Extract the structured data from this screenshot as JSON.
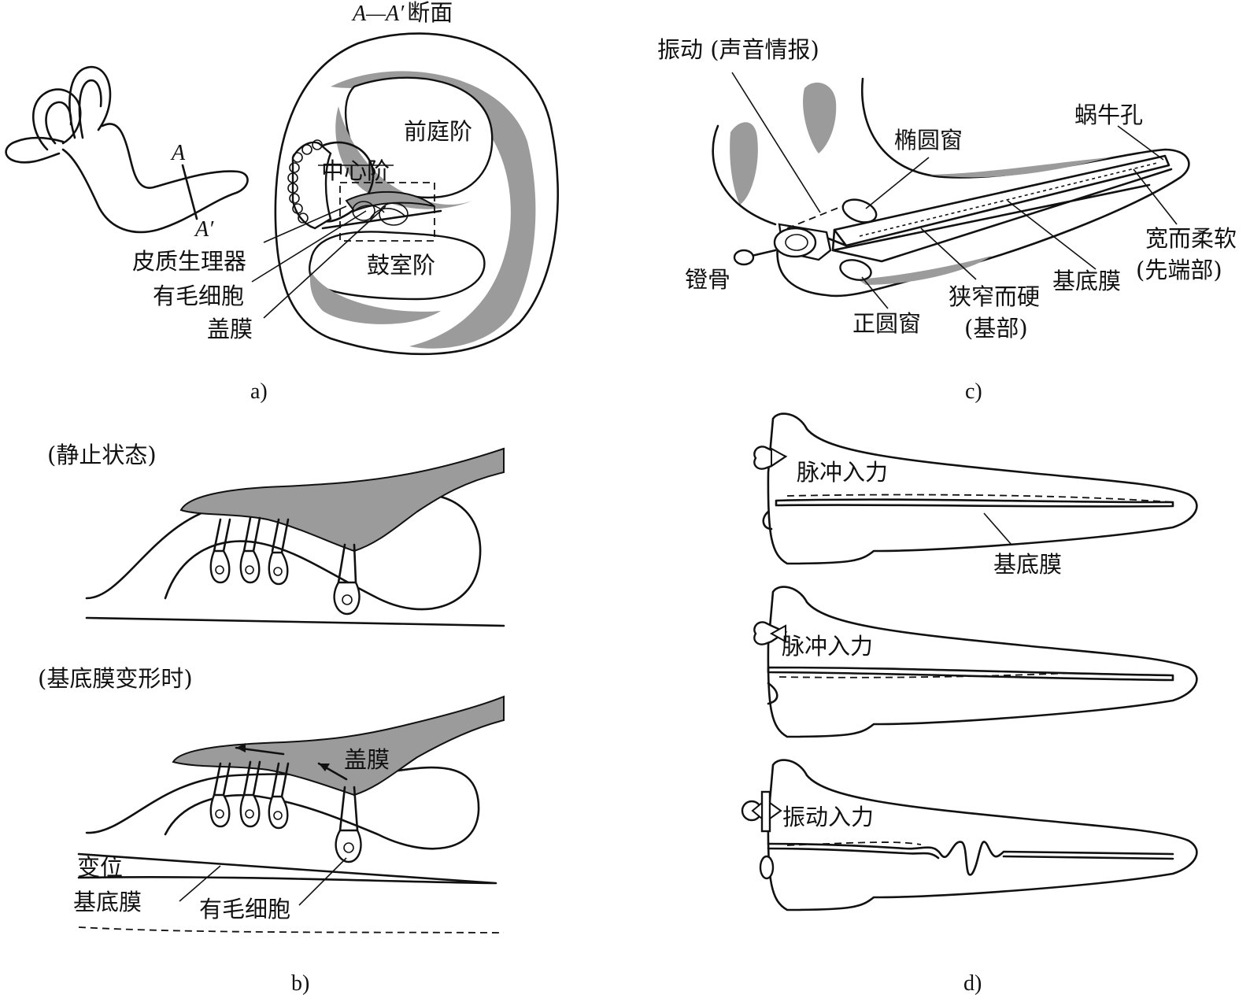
{
  "panel_a": {
    "section_title_prefix": "A—A′",
    "section_title_suffix": "断面",
    "mark_a": "A",
    "mark_a_prime": "A′",
    "scala_vestibuli": "前庭阶",
    "scala_media": "中心阶",
    "scala_tympani": "鼓室阶",
    "organ_of_corti": "皮质生理器",
    "hair_cells": "有毛细胞",
    "tectorial_membrane": "盖膜",
    "caption": "a)"
  },
  "panel_b": {
    "resting_state": "(静止状态)",
    "deformed_state": "(基底膜变形时)",
    "tectorial_membrane": "盖膜",
    "displacement": "变位",
    "basilar_membrane": "基底膜",
    "hair_cells": "有毛细胞",
    "caption": "b)"
  },
  "panel_c": {
    "vibration": "振动 (声音情报)",
    "oval_window": "椭圆窗",
    "helicotrema": "蜗牛孔",
    "wide_soft": "宽而柔软",
    "apex": "(先端部)",
    "stapes": "镫骨",
    "round_window": "正圆窗",
    "narrow_stiff": "狭窄而硬",
    "base": "(基部)",
    "basilar_membrane": "基底膜",
    "caption": "c)"
  },
  "panel_d": {
    "pulse_input_1": "脉冲入力",
    "basilar_membrane": "基底膜",
    "pulse_input_2": "脉冲入力",
    "vibration_input": "振动入力",
    "caption": "d)"
  }
}
